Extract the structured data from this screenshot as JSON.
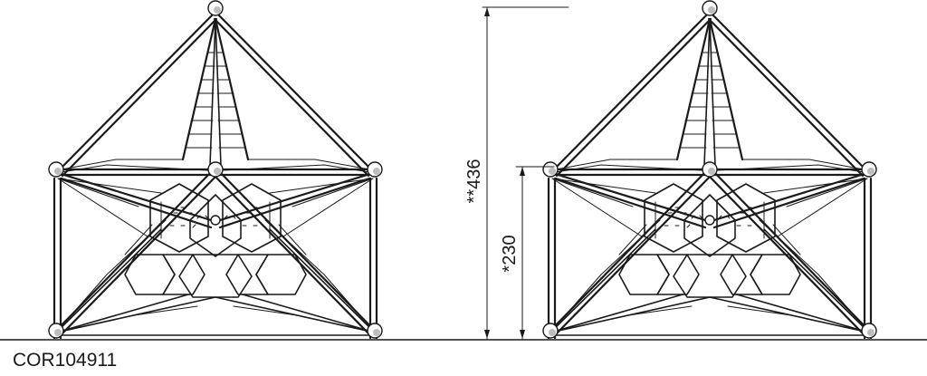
{
  "product_code": "COR104911",
  "dimensions": {
    "total_height_label": "**436",
    "platform_height_label": "*230"
  },
  "views": [
    {
      "name": "left-elevation-view"
    },
    {
      "name": "right-elevation-view"
    }
  ],
  "colors": {
    "line": "#1a1a1a",
    "background": "#ffffff"
  }
}
